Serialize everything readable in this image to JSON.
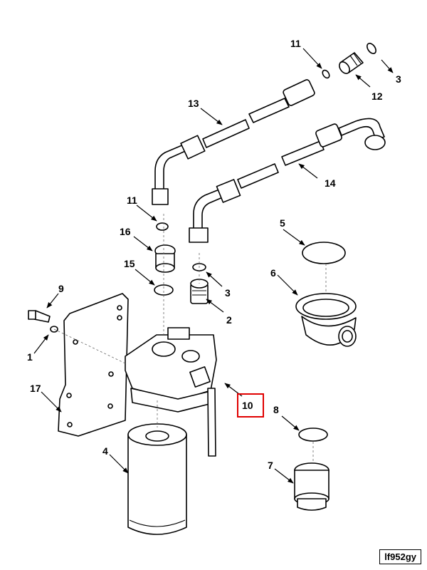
{
  "callouts": {
    "c1": "1",
    "c2": "2",
    "c3a": "3",
    "c3b": "3",
    "c4": "4",
    "c5": "5",
    "c6": "6",
    "c7": "7",
    "c8": "8",
    "c9": "9",
    "c10": "10",
    "c11a": "11",
    "c11b": "11",
    "c12": "12",
    "c13": "13",
    "c14": "14",
    "c16": "16",
    "c15": "15",
    "c17": "17"
  },
  "figure_code": "lf952gy",
  "highlight_color": "#e00000"
}
